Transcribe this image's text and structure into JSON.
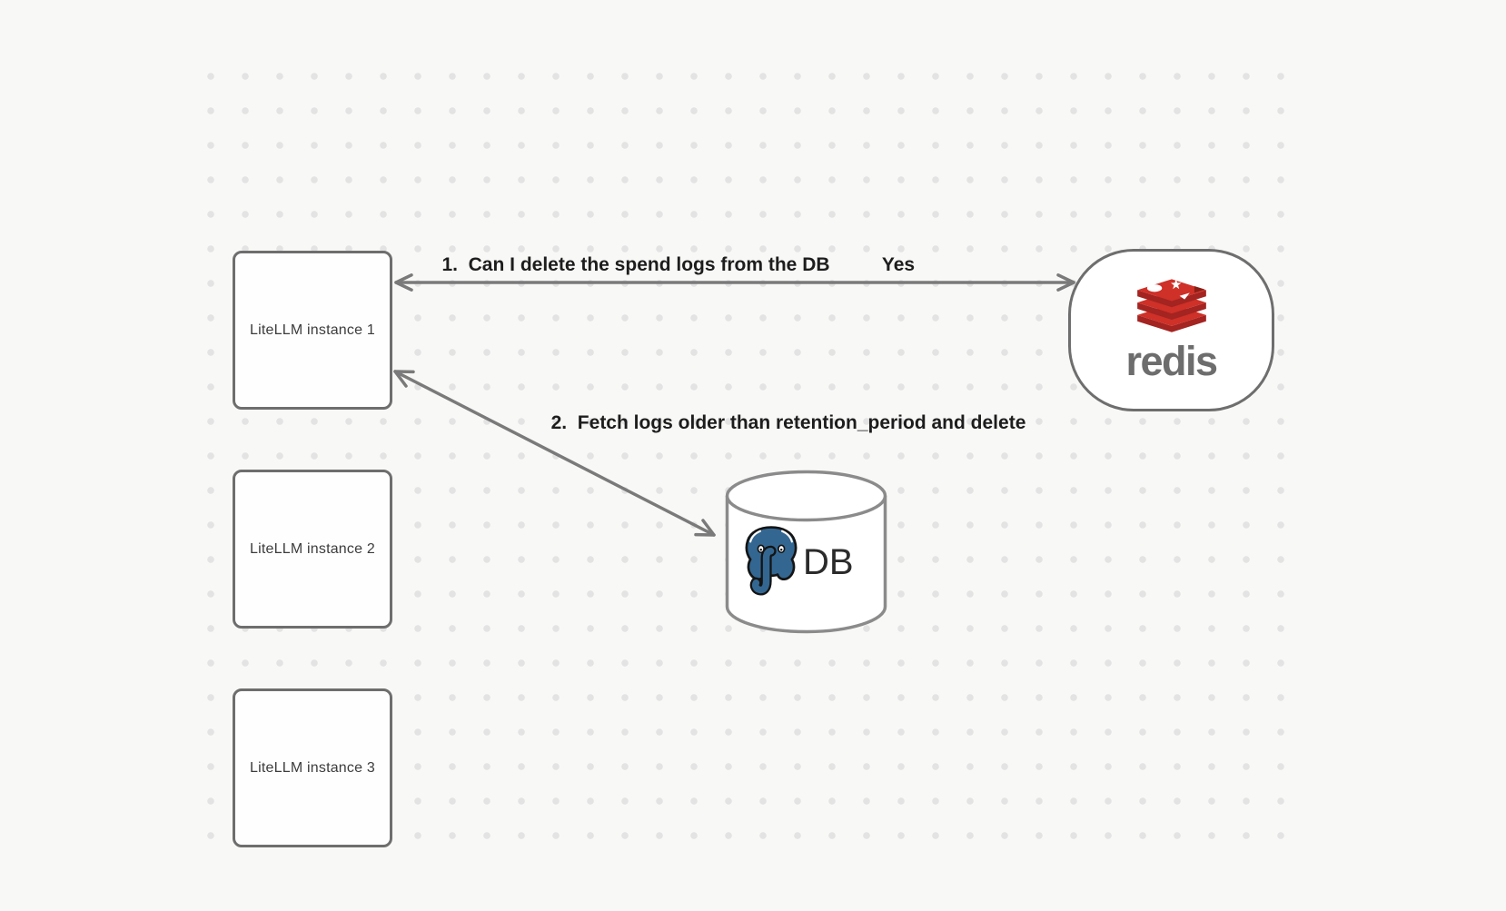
{
  "diagram": {
    "nodes": {
      "instance1": {
        "label": "LiteLLM instance 1"
      },
      "instance2": {
        "label": "LiteLLM instance 2"
      },
      "instance3": {
        "label": "LiteLLM instance 3"
      },
      "redis": {
        "wordmark": "redis"
      },
      "db": {
        "label": "DB"
      }
    },
    "edges": {
      "redis_to_instance1": {
        "label": "1.  Can I delete the spend logs from the DB",
        "answer": "Yes"
      },
      "instance1_to_db": {
        "label": "2.  Fetch logs older than retention_period and delete"
      }
    },
    "colors": {
      "background": "#f8f8f6",
      "grid_dot": "#e3e3e3",
      "node_border": "#6e6e6e",
      "arrow": "#7a7a7a",
      "edge_label_text": "#1d1d1d",
      "node_label_text": "#3c3c3c",
      "redis_red": "#cf3027",
      "redis_red_dark": "#a32421",
      "redis_wordmark_gray": "#6d6d6d",
      "postgres_blue": "#336791",
      "db_text": "#2b2b2b"
    }
  }
}
